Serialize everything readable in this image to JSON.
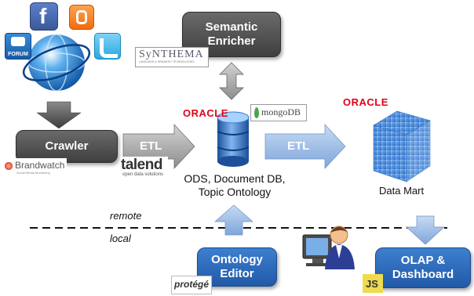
{
  "nodes": {
    "semantic_enricher": {
      "line1": "Semantic",
      "line2": "Enricher"
    },
    "crawler": "Crawler",
    "ontology_editor": {
      "line1": "Ontology",
      "line2": "Editor"
    },
    "olap_dashboard": {
      "line1": "OLAP &",
      "line2": "Dashboard"
    }
  },
  "arrows": {
    "etl_left": "ETL",
    "etl_right": "ETL"
  },
  "labels": {
    "ods": {
      "line1": "ODS, Document DB,",
      "line2": "Topic Ontology"
    },
    "data_mart": "Data Mart",
    "remote": "remote",
    "local": "local"
  },
  "logos": {
    "synthema": "SyNTHEMA",
    "synthema_sub": "LANGUAGE & SEMANTIC TECHNOLOGIES",
    "oracle_db": "ORACLE",
    "mongodb": "mongoDB",
    "oracle_mart": "ORACLE",
    "brandwatch": "Brandwatch",
    "brandwatch_sub": "Social Media Monitoring",
    "talend": "talend",
    "talend_sub": "open data solutions",
    "protege": "protégé",
    "js": "JS",
    "forum": "FORUM",
    "facebook": "f"
  },
  "colors": {
    "dark_box": "#4f4f4f",
    "blue_box": "#2a65b5",
    "arrow_gray": "#5a5a5a",
    "arrow_light_gray": "#9a9a9a",
    "arrow_light_blue": "#9dbde6",
    "oracle_red": "#e3001b"
  }
}
